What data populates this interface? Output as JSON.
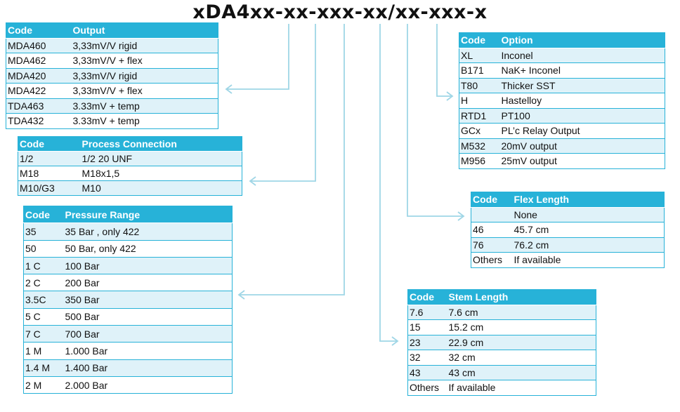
{
  "title": "xDA4xx-xx-xxx-xx/xx-xxx-x",
  "output_table": {
    "header": [
      "Code",
      "Output"
    ],
    "rows": [
      [
        "MDA460",
        "3,33mV/V rigid"
      ],
      [
        "MDA462",
        "3,33mV/V + flex"
      ],
      [
        "MDA420",
        "3,33mV/V rigid"
      ],
      [
        "MDA422",
        "3,33mV/V + flex"
      ],
      [
        "TDA463",
        "3.33mV + temp"
      ],
      [
        "TDA432",
        "3.33mV + temp"
      ]
    ]
  },
  "process_table": {
    "header": [
      "Code",
      "Process Connection"
    ],
    "rows": [
      [
        "1/2",
        "1/2 20 UNF"
      ],
      [
        "M18",
        "M18x1,5"
      ],
      [
        "M10/G3",
        "M10"
      ]
    ]
  },
  "pressure_table": {
    "header": [
      "Code",
      "Pressure Range"
    ],
    "rows": [
      [
        "35",
        "35 Bar , only 422"
      ],
      [
        "50",
        "50 Bar, only 422"
      ],
      [
        "1 C",
        "100 Bar"
      ],
      [
        "2 C",
        "200 Bar"
      ],
      [
        "3.5C",
        "350 Bar"
      ],
      [
        "5 C",
        "500 Bar"
      ],
      [
        "7 C",
        "700 Bar"
      ],
      [
        "1 M",
        "1.000 Bar"
      ],
      [
        "1.4 M",
        "1.400 Bar"
      ],
      [
        "2 M",
        "2.000 Bar"
      ]
    ]
  },
  "option_table": {
    "header": [
      "Code",
      "Option"
    ],
    "rows": [
      [
        "XL",
        "Inconel"
      ],
      [
        "B171",
        "NaK+ Inconel"
      ],
      [
        "T80",
        "Thicker SST"
      ],
      [
        "H",
        "Hastelloy"
      ],
      [
        "RTD1",
        "PT100"
      ],
      [
        "GCx",
        "PL’c Relay  Output"
      ],
      [
        "M532",
        "20mV output"
      ],
      [
        "M956",
        "25mV output"
      ]
    ]
  },
  "flex_table": {
    "header": [
      "Code",
      "Flex Length"
    ],
    "rows": [
      [
        "",
        "None"
      ],
      [
        "46",
        "45.7 cm"
      ],
      [
        "76",
        "76.2 cm"
      ],
      [
        "Others",
        "If available"
      ]
    ]
  },
  "stem_table": {
    "header": [
      "Code",
      "Stem Length"
    ],
    "rows": [
      [
        "7.6",
        "7.6 cm"
      ],
      [
        "15",
        "15.2 cm"
      ],
      [
        "23",
        "22.9 cm"
      ],
      [
        "32",
        "32 cm"
      ],
      [
        "43",
        "43 cm"
      ],
      [
        "Others",
        "If available"
      ]
    ]
  },
  "colors": {
    "header": "#27b2d8",
    "stripe": "#dff2f9",
    "arrow": "#9fd6e6"
  }
}
